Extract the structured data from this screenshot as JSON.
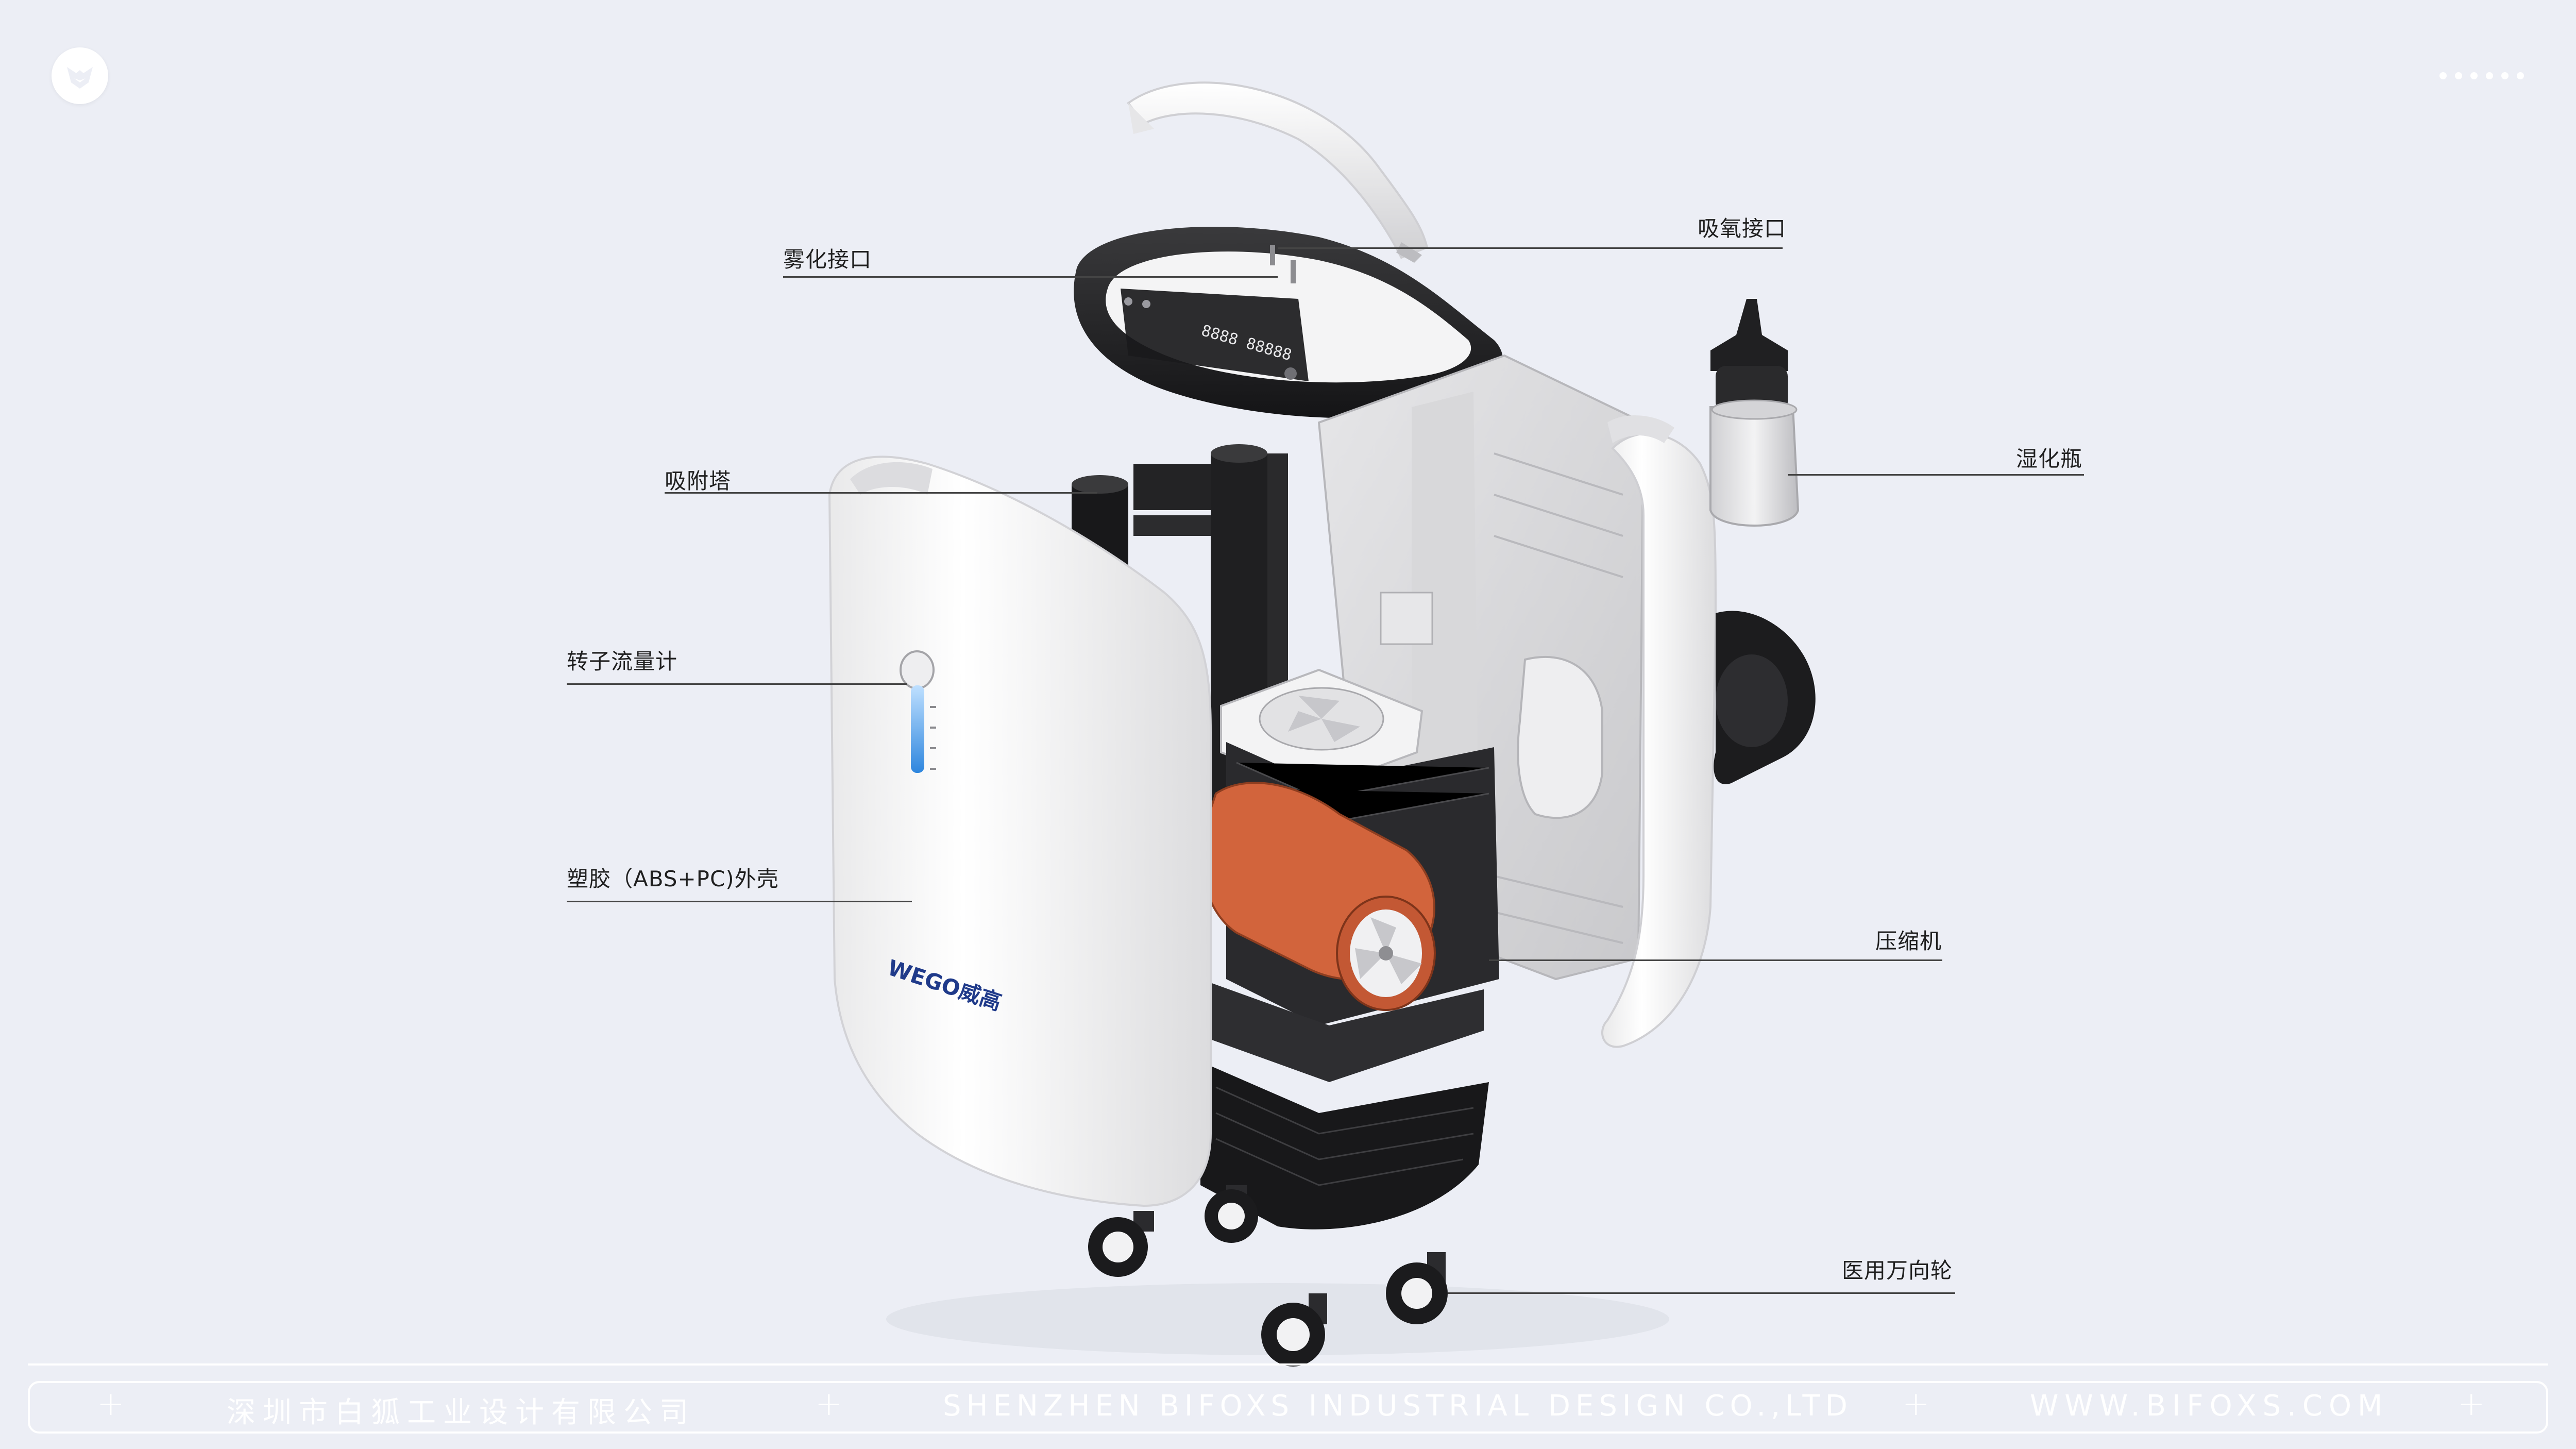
{
  "labels": {
    "nebulizer_port": "雾化接口",
    "oxygen_port": "吸氧接口",
    "adsorption_tower": "吸附塔",
    "humidifier_bottle": "湿化瓶",
    "rotameter": "转子流量计",
    "plastic_shell": "塑胶（ABS+PC)外壳",
    "compressor": "压缩机",
    "medical_caster": "医用万向轮"
  },
  "brand": {
    "logo_text": "WEGO威高"
  },
  "footer": {
    "company_cn": "深圳市白狐工业设计有限公司",
    "company_en": "SHENZHEN BIFOXS INDUSTRIAL DESIGN CO.,LTD",
    "website": "WWW.BIFOXS.COM",
    "plus_symbol": "+"
  },
  "colors": {
    "background": "#eceef5",
    "label_text": "#1f1f1f",
    "leader_line": "#444444",
    "compressor_orange": "#d2643c",
    "accent_blue": "#2e86de",
    "footer_white": "#ffffff"
  },
  "icons": {
    "top_left": "fox-logo-icon",
    "top_right": "dots-menu-icon"
  }
}
